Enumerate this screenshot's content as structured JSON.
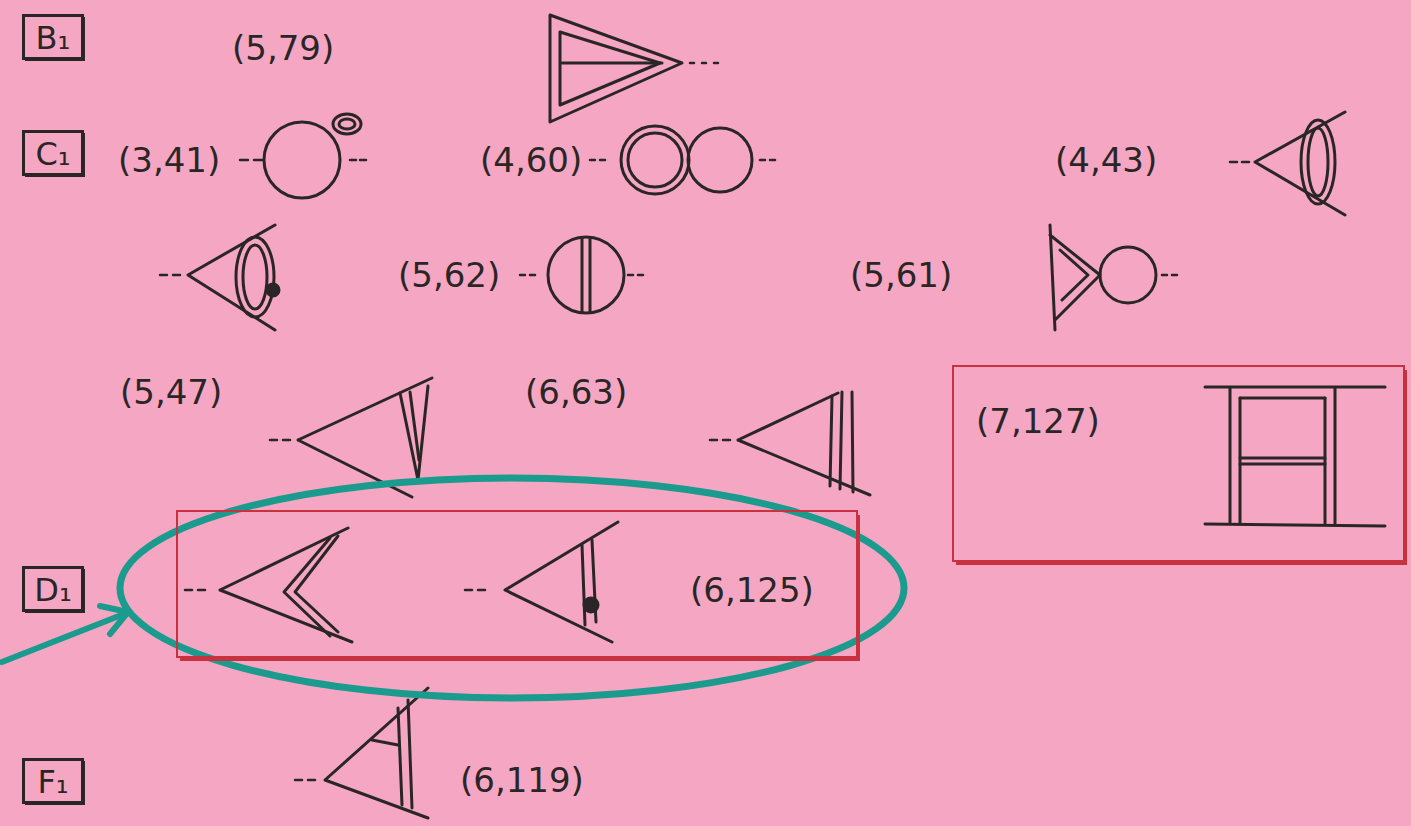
{
  "diagram": {
    "nodes": [
      {
        "text": [
          "B₁"
        ]
      },
      {
        "text": [
          "C₁"
        ]
      },
      {
        "text": [
          "(7,127)"
        ]
      },
      {
        "text": [
          "D₁"
        ]
      },
      {
        "text": [
          "(6,125)"
        ]
      },
      {
        "text": [
          "F₁"
        ]
      }
    ],
    "labels": [
      "(5,79)",
      "(3,41)",
      "(4,60)",
      "(4,43)",
      "(5,62)",
      "(5,61)",
      "(5,47)",
      "(6,63)",
      "(6,119)"
    ]
  }
}
